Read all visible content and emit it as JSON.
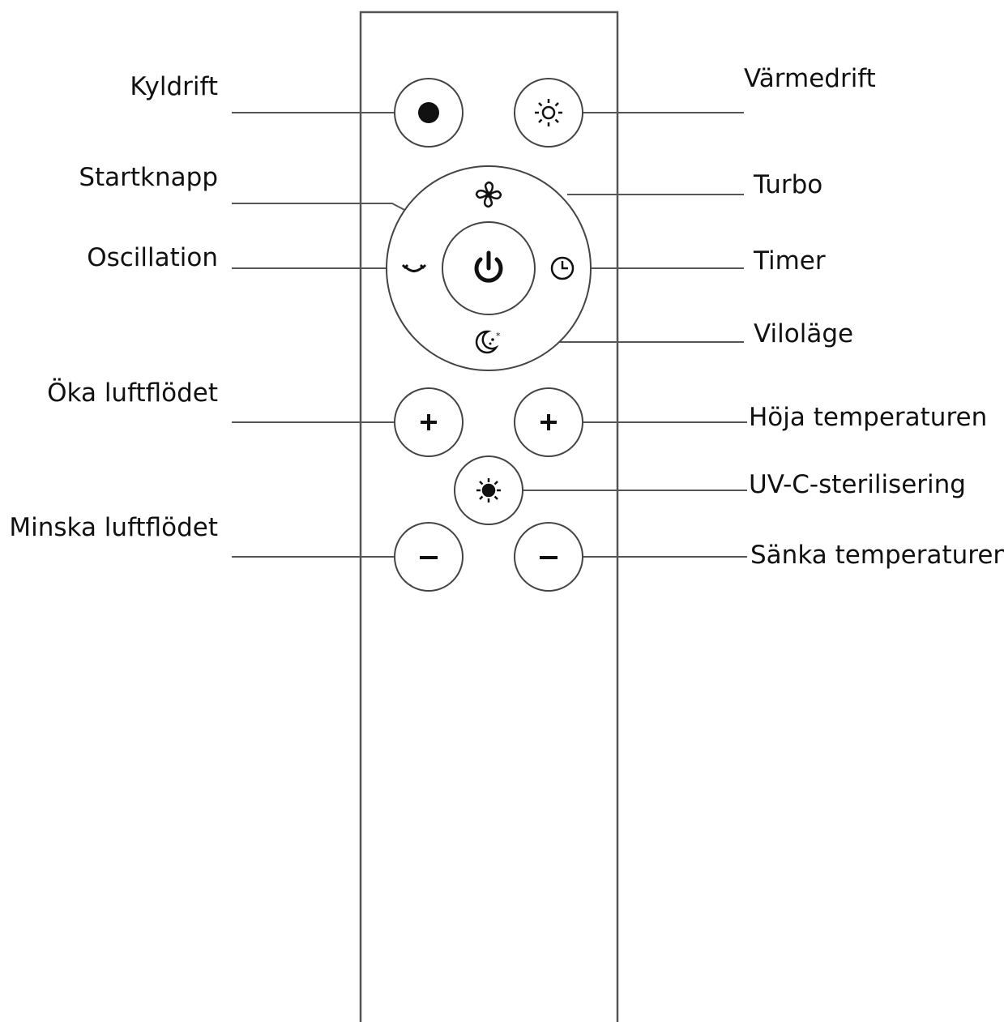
{
  "labels": {
    "kyldrift": "Kyldrift",
    "varmedrift": "Värmedrift",
    "startknapp": "Startknapp",
    "turbo": "Turbo",
    "oscillation": "Oscillation",
    "timer": "Timer",
    "vilolage": "Viloläge",
    "oka_luftflodet": "Öka luftflödet",
    "hoja_temperaturen": "Höja temperaturen",
    "uvc_sterilisering": "UV-C-sterilisering",
    "minska_luftflodet": "Minska luftflödet",
    "sanka_temperaturen": "Sänka temperaturen"
  },
  "icons": {
    "cool": "filled-dot-icon",
    "heat": "sun-icon",
    "turbo": "fan-icon",
    "power": "power-icon",
    "oscillation": "swing-arrow-icon",
    "timer": "clock-icon",
    "sleep": "moon-stars-icon",
    "airflow_up": "plus-icon",
    "temp_up": "plus-icon",
    "uvc": "uv-sun-icon",
    "airflow_down": "minus-icon",
    "temp_down": "minus-icon"
  },
  "colors": {
    "line": "#555555",
    "text": "#111111",
    "icon": "#111111"
  }
}
